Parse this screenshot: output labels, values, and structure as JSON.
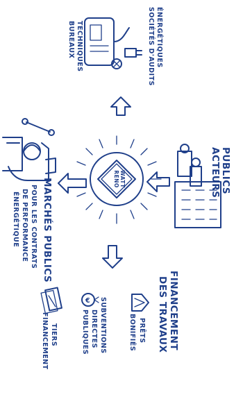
{
  "labels": {
    "center_logo_line1": "RENO",
    "center_logo_line2": "WATT",
    "acteurs_line1": "ACTEURS",
    "acteurs_line2": "PUBLICS",
    "societes_line1": "SOCIÉTÉS D'AUDITS",
    "societes_line2": "ÉNERGÉTIQUES",
    "bureaux_line1": "BUREAUX",
    "bureaux_line2": "TECHNIQUES",
    "marches_line1": "MARCHÉS PUBLICS",
    "marches_line2": "POUR LES CONTRATS",
    "marches_line3": "DE PERFORMANCE",
    "marches_line4": "ÉNERGÉTIQUE",
    "financement_line1": "FINANCEMENT",
    "financement_line2": "DES TRAVAUX",
    "prets_line1": "PRÊTS",
    "prets_line2": "BONIFIÉS",
    "subventions_line1": "SUBVENTIONS",
    "subventions_line2": "DIRECTES",
    "subventions_line3": "PUBLIQUES",
    "tiers_line1": "TIERS",
    "tiers_line2": "FINANCEMENT"
  },
  "colors": {
    "ink": "#1f3f8a",
    "background": "#ffffff"
  }
}
